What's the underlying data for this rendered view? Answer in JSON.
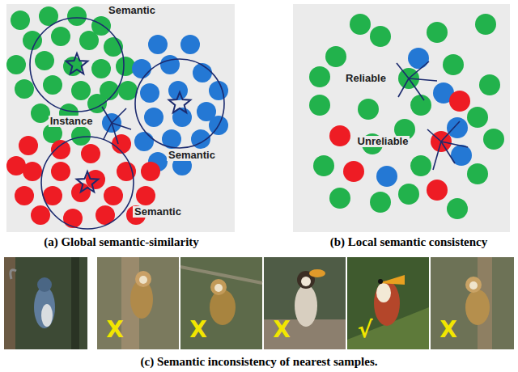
{
  "diagram": {
    "labels": [
      "Semantic",
      "Instance",
      "Semantic",
      "Semantic",
      "Reliable",
      "Unreliable",
      "(a) Global semantic-similarity",
      "(b) Local semantic consistency",
      "X",
      "X",
      "X",
      "√",
      "X",
      "(c) Semantic inconsistency of nearest samples."
    ]
  }
}
